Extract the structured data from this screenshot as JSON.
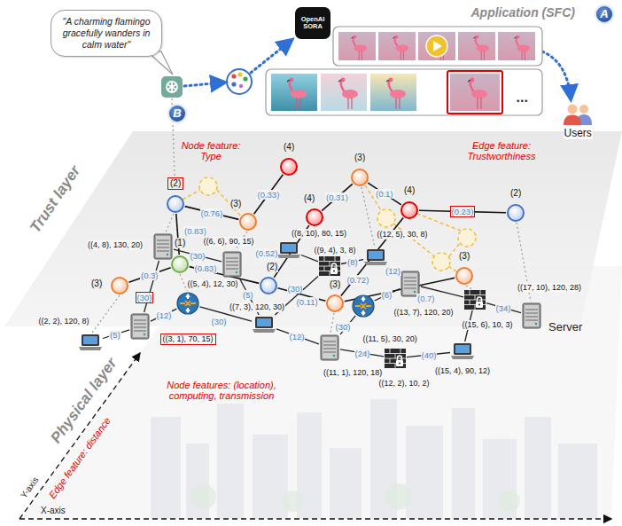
{
  "diagram": {
    "nodes": [
      {
        "text": [
          "\"A charming flamingo gracefully wanders in calm water\""
        ]
      },
      {
        "text": [
          "OpenAI SORA"
        ]
      },
      {
        "text": [
          "A"
        ]
      },
      {
        "text": [
          "Users"
        ]
      },
      {
        "text": [
          "B"
        ]
      },
      {
        "text": [
          "(2)"
        ]
      },
      {
        "text": [
          "(4)"
        ]
      },
      {
        "text": [
          "(3)"
        ]
      },
      {
        "text": [
          "(4)"
        ]
      },
      {
        "text": [
          "(2)"
        ]
      },
      {
        "text": [
          "(3)"
        ]
      },
      {
        "text": [
          "(4)"
        ]
      },
      {
        "text": [
          "(1)"
        ]
      },
      {
        "text": [
          "(2)"
        ]
      },
      {
        "text": [
          "(3)"
        ]
      },
      {
        "text": [
          "(3)"
        ]
      },
      {
        "text": [
          "(3)"
        ]
      },
      {
        "text": [
          "((2, 2), 120, 8)"
        ]
      },
      {
        "text": [
          "((3, 1), 70, 15)"
        ]
      },
      {
        "text": [
          "((4, 8), 130, 20)"
        ]
      },
      {
        "text": [
          "((5, 4), 12, 30)"
        ]
      },
      {
        "text": [
          "((6, 6), 90, 15)"
        ]
      },
      {
        "text": [
          "((8, 10), 80, 15)"
        ]
      },
      {
        "text": [
          "((7, 3), 120, 30)"
        ]
      },
      {
        "text": [
          "((9, 4), 3, 8)"
        ]
      },
      {
        "text": [
          "((12, 5), 30, 8)"
        ]
      },
      {
        "text": [
          "((11, 5), 30, 20)"
        ]
      },
      {
        "text": [
          "((13, 7), 120, 20)"
        ]
      },
      {
        "text": [
          "((11, 1), 120, 18)"
        ]
      },
      {
        "text": [
          "((12, 2), 10, 2)"
        ]
      },
      {
        "text": [
          "((15, 6), 10, 3)"
        ]
      },
      {
        "text": [
          "((15, 4), 90, 12)"
        ]
      },
      {
        "text": [
          "((17, 10), 120, 28)",
          "Server"
        ]
      }
    ],
    "edges": [
      {
        "from": 14,
        "to": 12,
        "arrow": "none",
        "label": "(0.3)"
      },
      {
        "from": 12,
        "to": 5,
        "arrow": "none",
        "label": "(0.83)"
      },
      {
        "from": 5,
        "to": 10,
        "arrow": "none",
        "label": "(0.76)"
      },
      {
        "from": 10,
        "to": 6,
        "arrow": "none",
        "label": "(0.33)"
      },
      {
        "from": 11,
        "to": 13,
        "arrow": "none",
        "label": "(0.52)"
      },
      {
        "from": 11,
        "to": 7,
        "arrow": "none",
        "label": "(0.31)"
      },
      {
        "from": 7,
        "to": 8,
        "arrow": "none",
        "label": "(0.1)"
      },
      {
        "from": 8,
        "to": 9,
        "arrow": "none",
        "label": "(0.23)"
      },
      {
        "from": 13,
        "to": 15,
        "arrow": "none",
        "label": "(0.11)"
      },
      {
        "from": 15,
        "to": 8,
        "arrow": "none",
        "label": "(0.72)"
      },
      {
        "from": 15,
        "to": 16,
        "arrow": "none",
        "label": "(0.7)"
      },
      {
        "from": 12,
        "to": 13,
        "arrow": "none",
        "label": "(0.83)"
      },
      {
        "from": 17,
        "to": 18,
        "arrow": "none",
        "label": "(5)"
      },
      {
        "from": 18,
        "to": 19,
        "arrow": "none",
        "label": "(30)"
      },
      {
        "from": 18,
        "to": 20,
        "arrow": "none",
        "label": "(12)"
      },
      {
        "from": 19,
        "to": 21,
        "arrow": "none",
        "label": "(30)"
      },
      {
        "from": 20,
        "to": 23,
        "arrow": "none",
        "label": "(30)"
      },
      {
        "from": 21,
        "to": 23,
        "arrow": "none",
        "label": "(5)"
      },
      {
        "from": 23,
        "to": 24,
        "arrow": "none",
        "label": "(30)"
      },
      {
        "from": 24,
        "to": 25,
        "arrow": "none",
        "label": "(8)"
      },
      {
        "from": 25,
        "to": 27,
        "arrow": "none",
        "label": "(12)"
      },
      {
        "from": 26,
        "to": 27,
        "arrow": "none",
        "label": "(6)"
      },
      {
        "from": 28,
        "to": 26,
        "arrow": "none",
        "label": "(30)"
      },
      {
        "from": 23,
        "to": 28,
        "arrow": "none",
        "label": "(12)"
      },
      {
        "from": 28,
        "to": 29,
        "arrow": "none",
        "label": "(24)"
      },
      {
        "from": 29,
        "to": 31,
        "arrow": "none",
        "label": "(40)"
      },
      {
        "from": 31,
        "to": 30,
        "arrow": "none"
      },
      {
        "from": 27,
        "to": 30,
        "arrow": "none"
      },
      {
        "from": 30,
        "to": 32,
        "arrow": "none",
        "label": "(34)"
      },
      {
        "from": 22,
        "to": 24,
        "arrow": "none"
      }
    ],
    "labels": [
      "Application (SFC)",
      "Node feature: Type",
      "Edge feature: Trustworthiness",
      "Trust layer",
      "Physical layer",
      "Edge feature: distance",
      "Node features: (location), computing, transmission",
      "Y-axis",
      "X-axis",
      "..."
    ]
  }
}
